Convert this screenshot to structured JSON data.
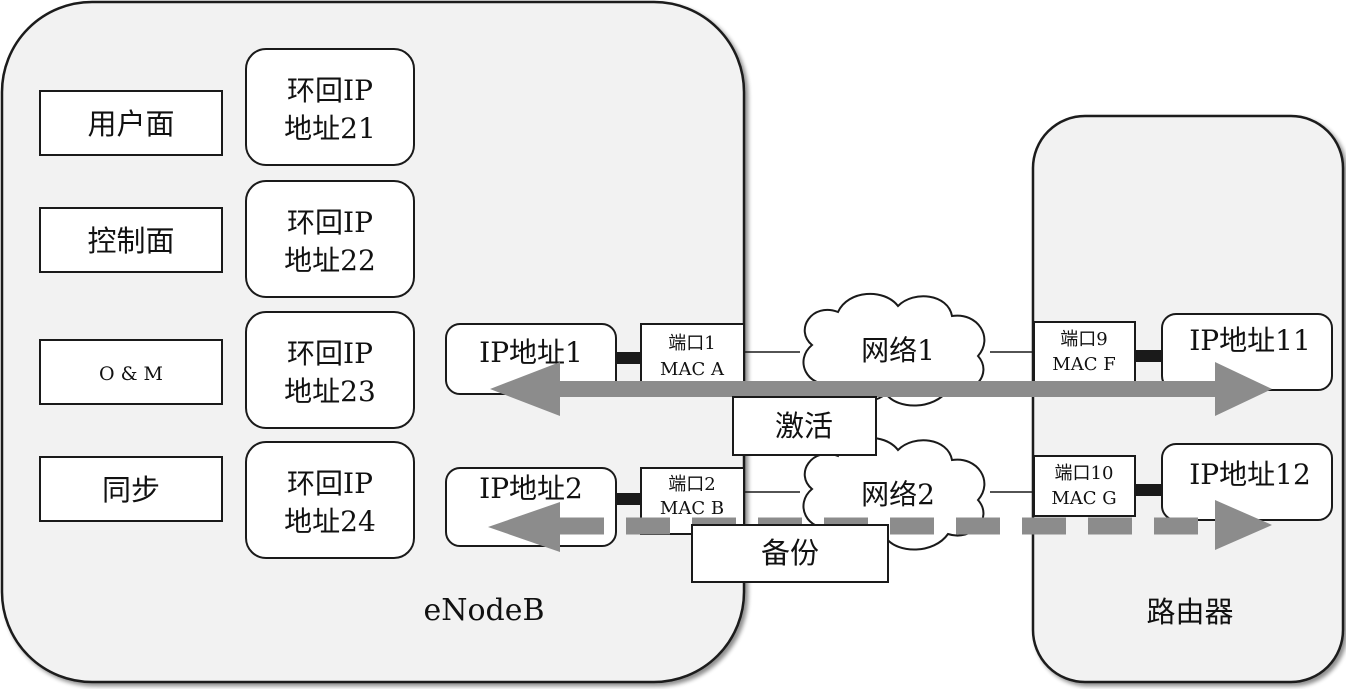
{
  "enodeb": {
    "label": "eNodeB",
    "planes": [
      "用户面",
      "控制面",
      "O & M",
      "同步"
    ],
    "loopbacks": [
      {
        "line1": "环回IP",
        "line2": "地址21"
      },
      {
        "line1": "环回IP",
        "line2": "地址22"
      },
      {
        "line1": "环回IP",
        "line2": "地址23"
      },
      {
        "line1": "环回IP",
        "line2": "地址24"
      }
    ],
    "ip_addresses": [
      "IP地址1",
      "IP地址2"
    ],
    "ports": [
      {
        "port": "端口1",
        "mac": "MAC A"
      },
      {
        "port": "端口2",
        "mac": "MAC B"
      }
    ]
  },
  "networks": [
    "网络1",
    "网络2"
  ],
  "links": {
    "active": "激活",
    "backup": "备份"
  },
  "router": {
    "label": "路由器",
    "ip_addresses": [
      "IP地址11",
      "IP地址12"
    ],
    "ports": [
      {
        "port": "端口9",
        "mac": "MAC F"
      },
      {
        "port": "端口10",
        "mac": "MAC G"
      }
    ]
  },
  "colors": {
    "container_fill": "#f2f2f2",
    "arrow": "#8c8c8c",
    "stroke": "#1a1a1a"
  }
}
